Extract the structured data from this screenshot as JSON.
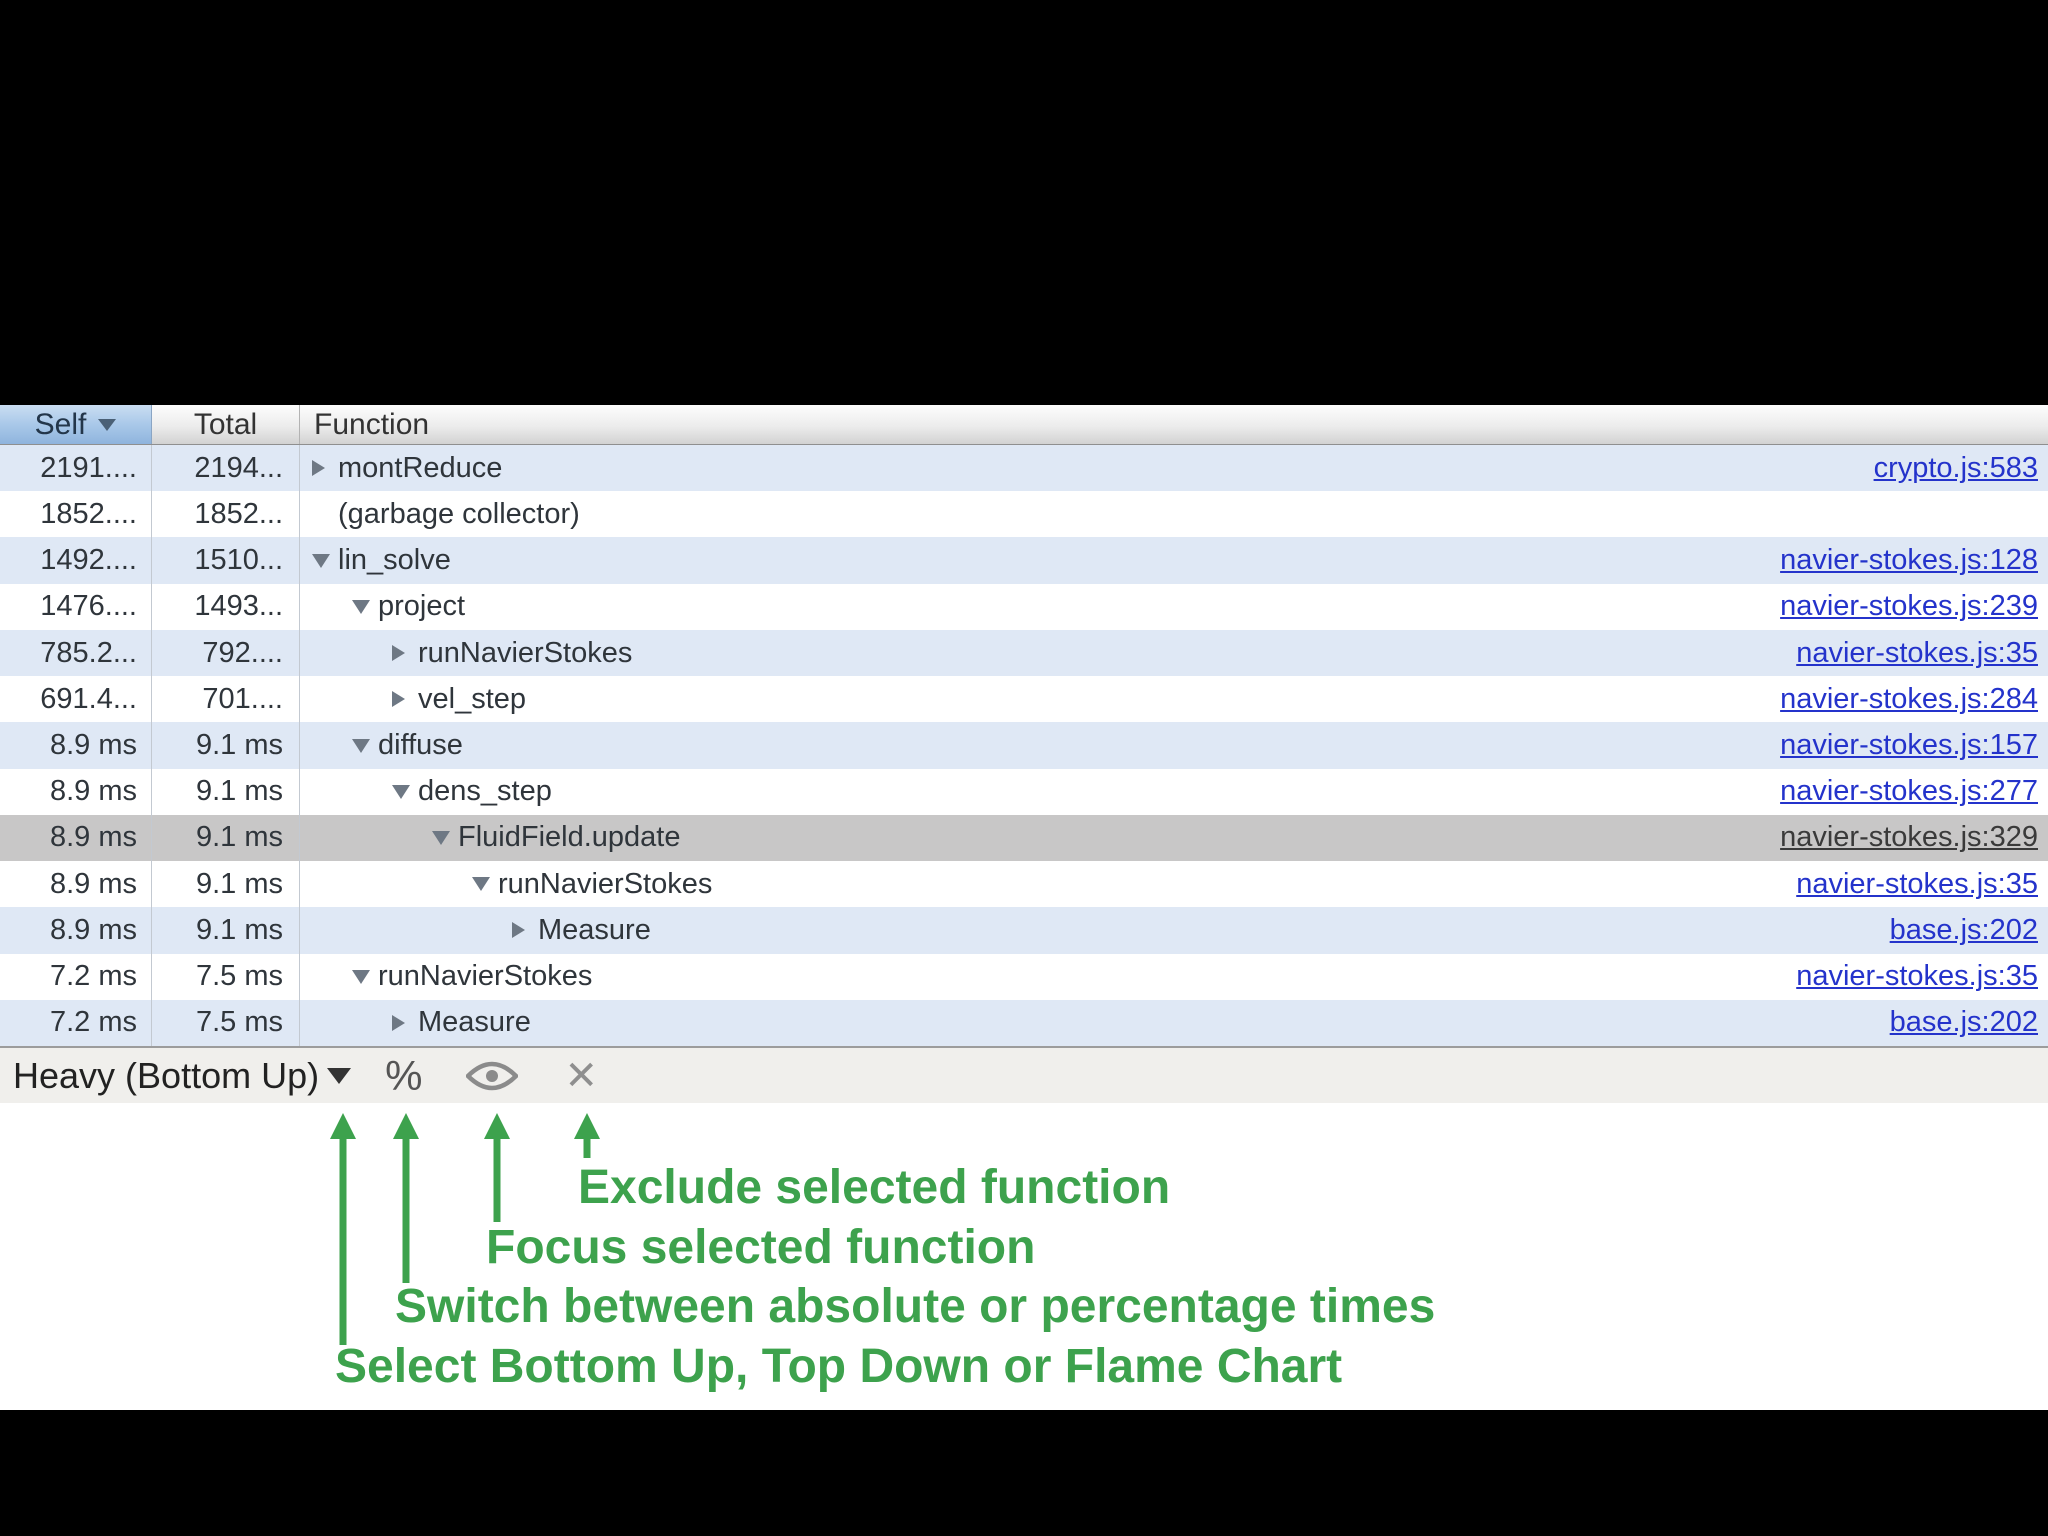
{
  "header": {
    "self": "Self",
    "total": "Total",
    "function": "Function"
  },
  "table": {
    "rows": [
      {
        "self": "2191....",
        "total": "2194...",
        "fn": "montReduce",
        "level": 0,
        "expander": "collapsed",
        "link": "crypto.js:583",
        "selected": false
      },
      {
        "self": "1852....",
        "total": "1852...",
        "fn": "(garbage collector)",
        "level": 0,
        "expander": "none",
        "link": "",
        "selected": false
      },
      {
        "self": "1492....",
        "total": "1510...",
        "fn": "lin_solve",
        "level": 0,
        "expander": "expanded",
        "link": "navier-stokes.js:128",
        "selected": false
      },
      {
        "self": "1476....",
        "total": "1493...",
        "fn": "project",
        "level": 1,
        "expander": "expanded",
        "link": "navier-stokes.js:239",
        "selected": false
      },
      {
        "self": "785.2...",
        "total": "792....",
        "fn": "runNavierStokes",
        "level": 2,
        "expander": "collapsed",
        "link": "navier-stokes.js:35",
        "selected": false
      },
      {
        "self": "691.4...",
        "total": "701....",
        "fn": "vel_step",
        "level": 2,
        "expander": "collapsed",
        "link": "navier-stokes.js:284",
        "selected": false
      },
      {
        "self": "8.9 ms",
        "total": "9.1 ms",
        "fn": "diffuse",
        "level": 1,
        "expander": "expanded",
        "link": "navier-stokes.js:157",
        "selected": false
      },
      {
        "self": "8.9 ms",
        "total": "9.1 ms",
        "fn": "dens_step",
        "level": 2,
        "expander": "expanded",
        "link": "navier-stokes.js:277",
        "selected": false
      },
      {
        "self": "8.9 ms",
        "total": "9.1 ms",
        "fn": "FluidField.update",
        "level": 3,
        "expander": "expanded",
        "link": "navier-stokes.js:329",
        "selected": true
      },
      {
        "self": "8.9 ms",
        "total": "9.1 ms",
        "fn": "runNavierStokes",
        "level": 4,
        "expander": "expanded",
        "link": "navier-stokes.js:35",
        "selected": false
      },
      {
        "self": "8.9 ms",
        "total": "9.1 ms",
        "fn": "Measure",
        "level": 5,
        "expander": "collapsed",
        "link": "base.js:202",
        "selected": false
      },
      {
        "self": "7.2 ms",
        "total": "7.5 ms",
        "fn": "runNavierStokes",
        "level": 1,
        "expander": "expanded",
        "link": "navier-stokes.js:35",
        "selected": false
      },
      {
        "self": "7.2 ms",
        "total": "7.5 ms",
        "fn": "Measure",
        "level": 2,
        "expander": "collapsed",
        "link": "base.js:202",
        "selected": false
      }
    ]
  },
  "toolbar": {
    "view_selector_label": "Heavy (Bottom Up)",
    "percent_glyph": "%",
    "close_glyph": "✕",
    "icons": [
      "view-dropdown-icon",
      "percent-icon",
      "eye-icon",
      "close-x-icon"
    ]
  },
  "annotations": {
    "green": "#3da24d",
    "items": [
      {
        "label": "Exclude selected function"
      },
      {
        "label": "Focus selected function"
      },
      {
        "label": "Switch between absolute or percentage times"
      },
      {
        "label": "Select Bottom Up, Top Down or Flame Chart"
      }
    ]
  },
  "colors": {
    "link_blue": "#2433cb",
    "stripe_blue": "#dfe8f5",
    "selected_gray": "#c8c7c7",
    "sorted_header_blue": "#a9c8e9"
  }
}
